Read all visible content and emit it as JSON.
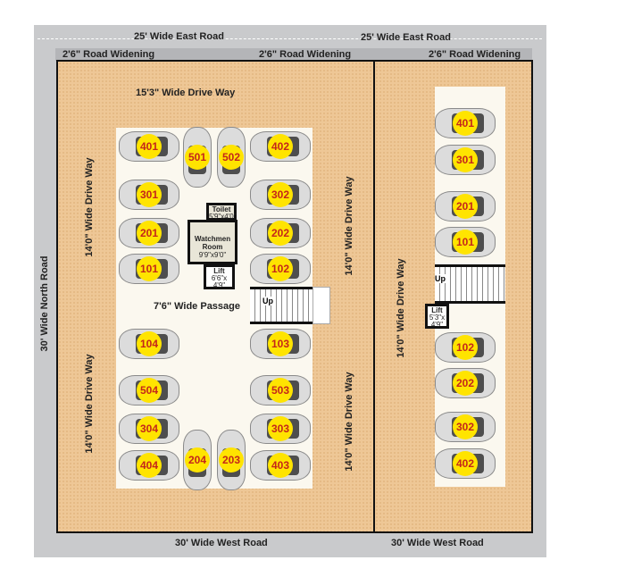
{
  "roads": {
    "east_left": "25' Wide East Road",
    "east_right": "25' Wide East Road",
    "widening_1": "2'6\" Road Widening",
    "widening_2": "2'6\" Road Widening",
    "widening_3": "2'6\" Road Widening",
    "north": "30' Wide North Road",
    "west_left": "30' Wide West Road",
    "west_right": "30' Wide West Road"
  },
  "labels": {
    "top_driveway": "15'3\"  Wide  Drive  Way",
    "passage": "7'6\" Wide Passage",
    "drive_left_top": "14'0\"  Wide  Drive  Way",
    "drive_left_bottom": "14'0\"  Wide  Drive  Way",
    "drive_mid_top": "14'0\"  Wide  Drive  Way",
    "drive_mid_bottom": "14'0\"  Wide  Drive  Way",
    "drive_right": "14'0\"  Wide  Drive  Way"
  },
  "rooms": {
    "toilet": {
      "name": "Toilet",
      "size": "5'9\"x4'0\""
    },
    "watchmen": {
      "name": "Watchmen Room",
      "size": "9'9\"x9'0\""
    },
    "lift_left": {
      "name": "Lift",
      "size1": "6'6\"x",
      "size2": "4'9\""
    },
    "lift_right": {
      "name": "Lift",
      "size1": "5'3\"x",
      "size2": "4'9\""
    },
    "stairs_up": "Up"
  },
  "parking": {
    "left_col": [
      "401",
      "301",
      "201",
      "101",
      "104",
      "504",
      "304",
      "404"
    ],
    "mid_col": [
      "402",
      "302",
      "202",
      "102",
      "103",
      "503",
      "303",
      "403"
    ],
    "vertical_top": [
      "501",
      "502"
    ],
    "vertical_bottom": [
      "204",
      "203"
    ],
    "right_plot": [
      "401",
      "301",
      "201",
      "101",
      "102",
      "202",
      "302",
      "402"
    ]
  },
  "colors": {
    "plot": "#eec796",
    "car_badge": "#ffe400",
    "badge_text": "#c4261b"
  }
}
